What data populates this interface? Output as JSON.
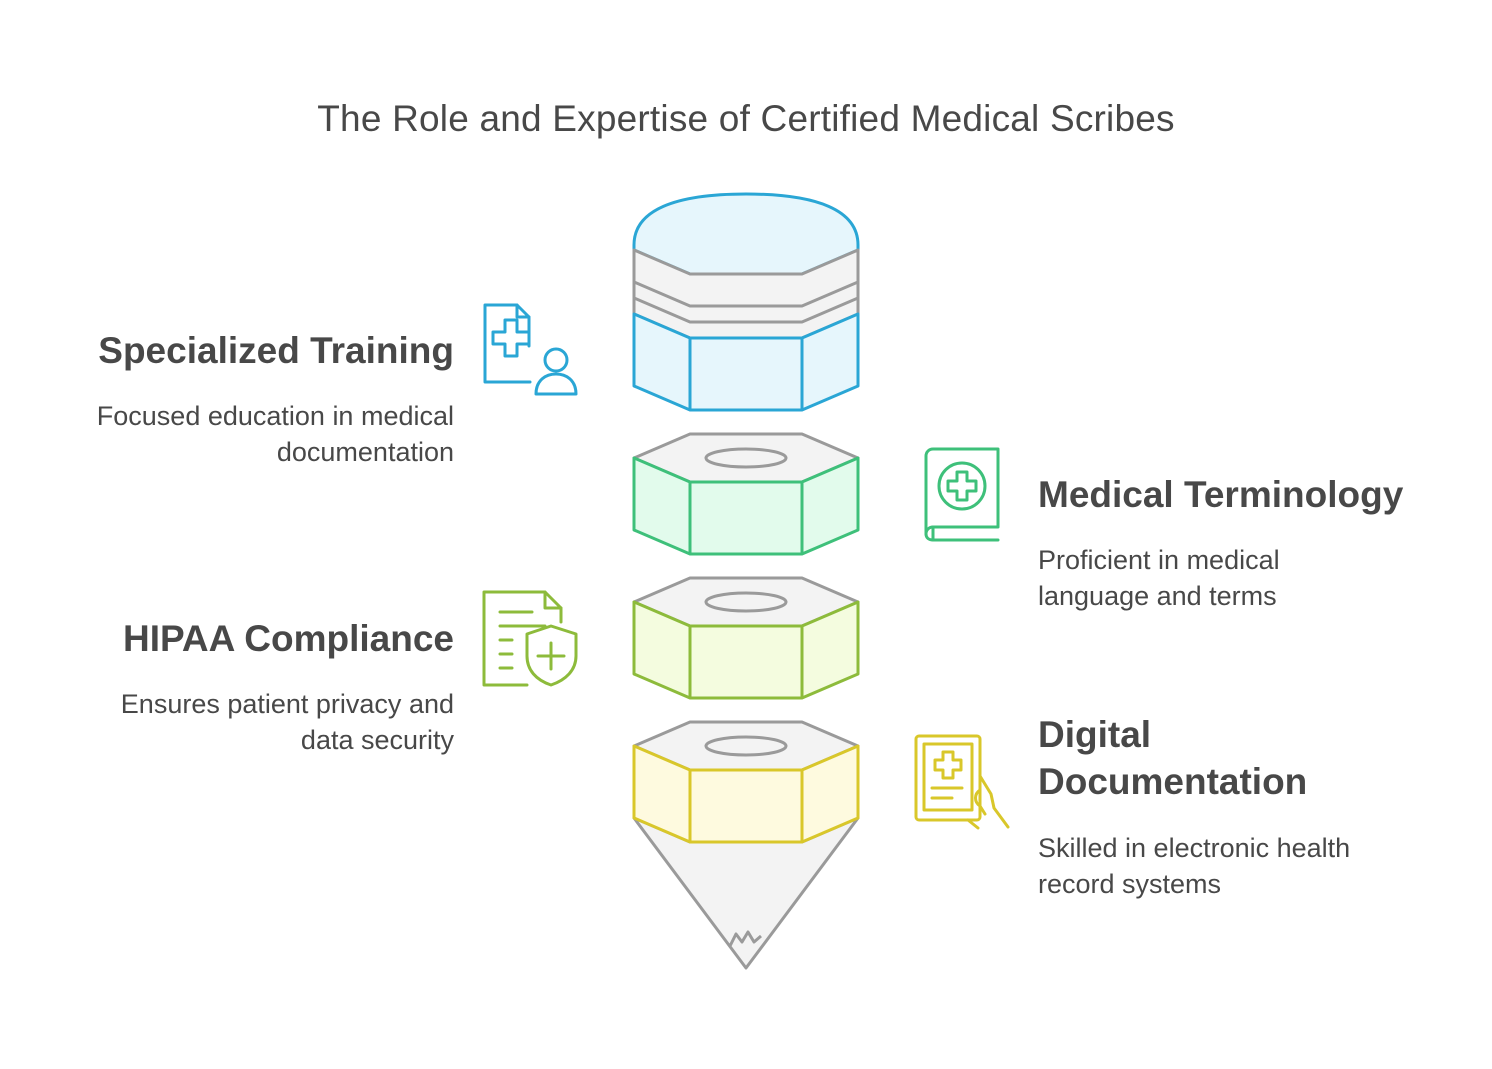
{
  "title": "The Role and Expertise of Certified Medical Scribes",
  "items": [
    {
      "heading": "Specialized Training",
      "description": "Focused education in medical documentation",
      "color": "#2AA6D5",
      "icon": "medical-file-user-icon"
    },
    {
      "heading": "Medical Terminology",
      "description": "Proficient in medical language and terms",
      "color": "#3EC07A",
      "icon": "medical-book-icon"
    },
    {
      "heading": "HIPAA Compliance",
      "description": "Ensures patient privacy and data security",
      "color": "#8DBB3B",
      "icon": "document-shield-icon"
    },
    {
      "heading": "Digital Documentation",
      "description": "Skilled in electronic health record systems",
      "color": "#D9C72A",
      "icon": "tablet-medical-hand-icon"
    }
  ],
  "colors": {
    "text": "#484848",
    "outline_gray": "#9A9A9A",
    "fill_gray": "#F3F3F3"
  }
}
